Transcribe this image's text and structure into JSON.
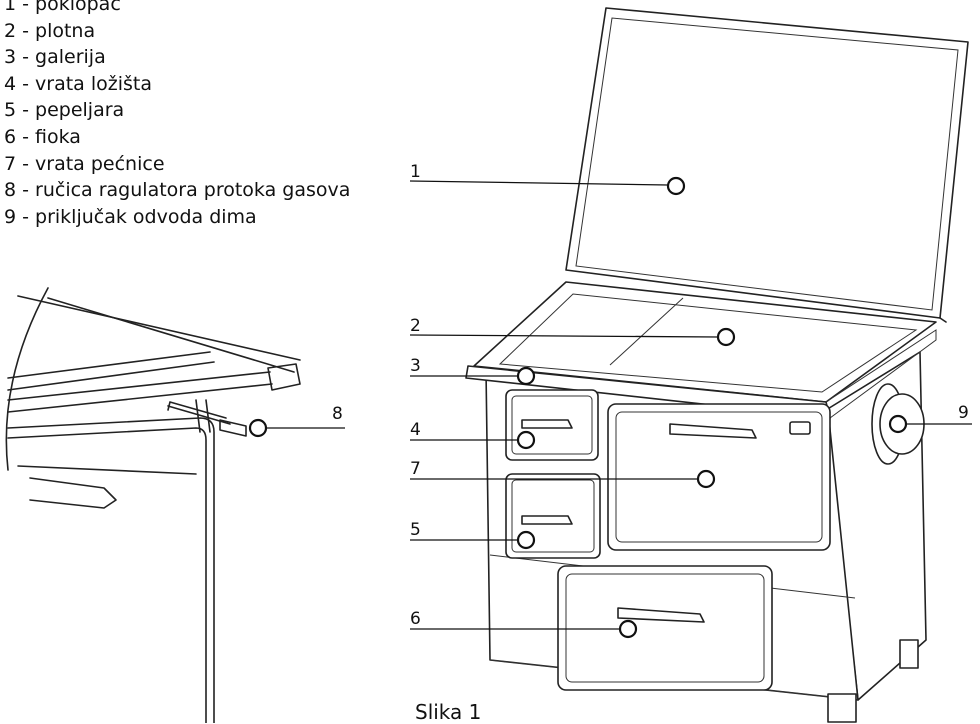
{
  "legend": [
    "1 - poklopac",
    "2 - plotna",
    "3 - galerija",
    "4 - vrata ložišta",
    "5 - pepeljara",
    "6 - fioka",
    "7 - vrata pećnice",
    "8 - ručica ragulatora protoka gasova",
    "9 - priključak odvoda dima"
  ],
  "callouts": [
    "1",
    "2",
    "3",
    "4",
    "5",
    "6",
    "7",
    "8",
    "9"
  ],
  "caption": "Slika 1"
}
